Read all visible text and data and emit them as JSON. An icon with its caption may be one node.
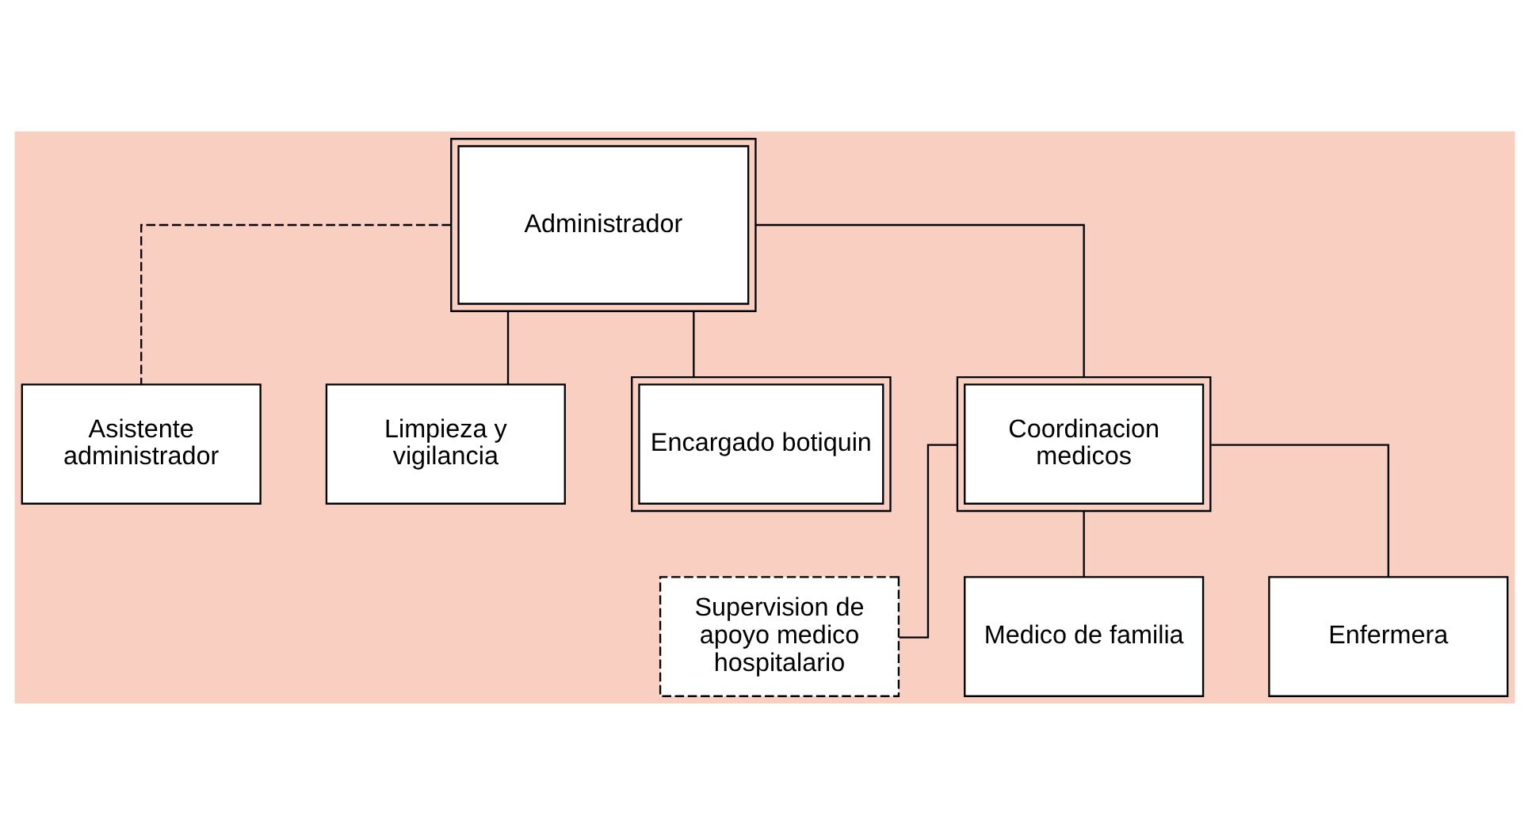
{
  "diagram": {
    "nodes": [
      {
        "text": [
          "Administrador"
        ]
      },
      {
        "text": [
          "Asistente administrador"
        ]
      },
      {
        "text": [
          "Limpieza y vigilancia"
        ]
      },
      {
        "text": [
          "Encargado botiquin"
        ]
      },
      {
        "text": [
          "Coordinacion medicos"
        ]
      },
      {
        "text": [
          "Supervision de apoyo medico hospitalario"
        ]
      },
      {
        "text": [
          "Medico de familia"
        ]
      },
      {
        "text": [
          "Enfermera"
        ]
      }
    ],
    "edges": [
      {
        "from": 0,
        "to": 2,
        "arrow": "none"
      },
      {
        "from": 0,
        "to": 3,
        "arrow": "none"
      },
      {
        "from": 0,
        "to": 4,
        "arrow": "none"
      },
      {
        "from": 0,
        "to": 1,
        "arrow": "none",
        "style": "dashed"
      },
      {
        "from": 4,
        "to": 5,
        "arrow": "none"
      },
      {
        "from": 4,
        "to": 6,
        "arrow": "none"
      },
      {
        "from": 4,
        "to": 7,
        "arrow": "none"
      }
    ]
  }
}
